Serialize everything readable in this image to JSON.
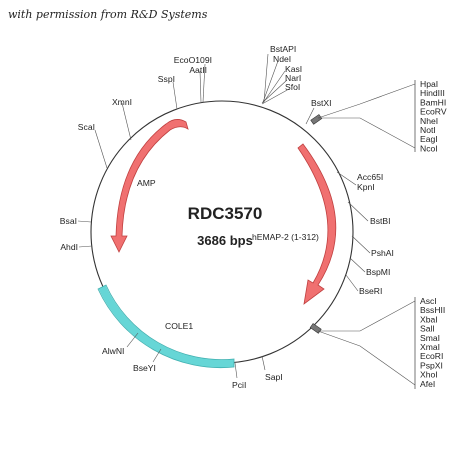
{
  "permission_text": "with permission from R&D Systems",
  "plasmid": {
    "name": "RDC3570",
    "size_label": "3686 bps"
  },
  "features": {
    "amp": "AMP",
    "hemap": "hEMAP-2 (1-312)",
    "cole1": "COLE1"
  },
  "sites": {
    "bstapi": "BstAPI",
    "ndei": "NdeI",
    "kasi": "KasI",
    "nari": "NarI",
    "sfoi": "SfoI",
    "bstxi": "BstXI",
    "acc65i": "Acc65I",
    "kpni": "KpnI",
    "bstbi": "BstBI",
    "pshai": "PshAI",
    "bspmi": "BspMI",
    "bseri": "BseRI",
    "sapi": "SapI",
    "pcii": "PciI",
    "bseyi": "BseYI",
    "alwni": "AlwNI",
    "ahdi": "AhdI",
    "bsai": "BsaI",
    "scai": "ScaI",
    "xmni": "XmnI",
    "sspi": "SspI",
    "aati": "AatII",
    "ecoo109i": "EcoO109I"
  },
  "mcs_top": [
    "HpaI",
    "HindIII",
    "BamHI",
    "EcoRV",
    "NheI",
    "NotI",
    "EagI",
    "NcoI"
  ],
  "mcs_bottom": [
    "AscI",
    "BssHII",
    "XbaI",
    "SalI",
    "SmaI",
    "XmaI",
    "EcoRI",
    "PspXI",
    "XhoI",
    "AfeI"
  ],
  "colors": {
    "arrow_fill": "#f07070",
    "arrow_stroke": "#c04040",
    "cole1": "#66d6d6",
    "cole1_stroke": "#3fb0b0",
    "backbone": "#333333"
  }
}
